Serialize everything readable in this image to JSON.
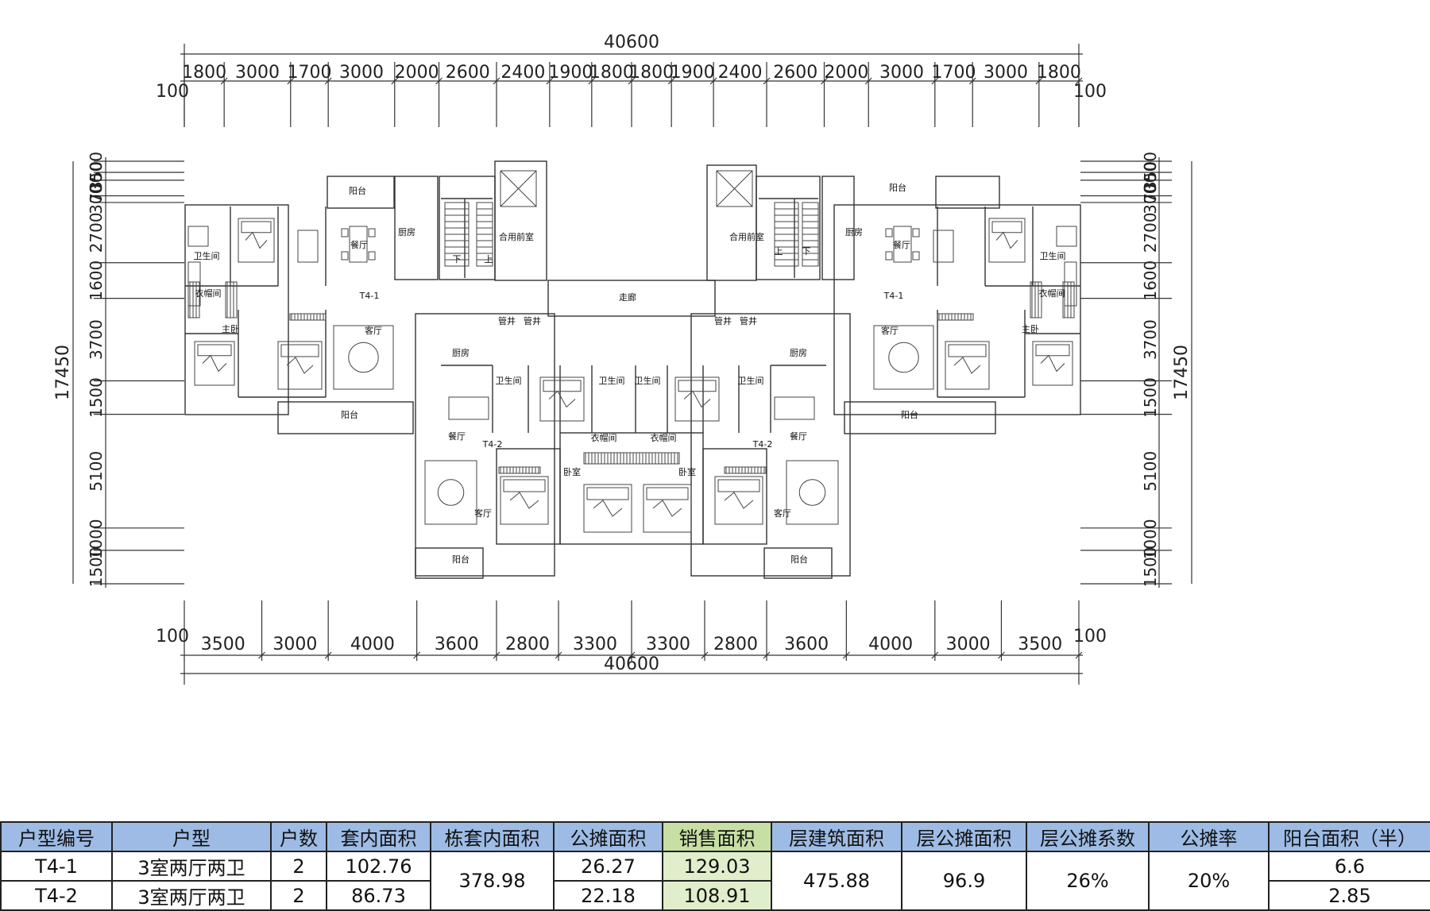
{
  "drawing": {
    "top_total": "40600",
    "top_dims": [
      "1800",
      "3000",
      "1700",
      "3000",
      "2000",
      "2600",
      "2400",
      "1900",
      "1800",
      "1800",
      "1900",
      "2400",
      "2600",
      "2000",
      "3000",
      "1700",
      "3000",
      "1800"
    ],
    "top_left_offset": "100",
    "top_right_offset": "100",
    "bottom_total": "40600",
    "bottom_dims": [
      "3500",
      "3000",
      "4000",
      "3600",
      "2800",
      "3300",
      "3300",
      "2800",
      "3600",
      "4000",
      "3000",
      "3500"
    ],
    "bottom_left_offset": "100",
    "bottom_right_offset": "100",
    "left_total": "17450",
    "left_dims": [
      "500",
      "350",
      "700",
      "300",
      "2700",
      "1600",
      "3700",
      "1500",
      "5100",
      "1000",
      "1500"
    ],
    "right_total": "17450",
    "right_dims": [
      "500",
      "350",
      "700",
      "300",
      "2700",
      "1600",
      "3700",
      "1500",
      "5100",
      "1000",
      "1500"
    ],
    "rooms": {
      "balcony": "阳台",
      "kitchen": "厨房",
      "dining": "餐厅",
      "living": "客厅",
      "bathroom": "卫生间",
      "master_bedroom": "主卧",
      "bedroom": "卧室",
      "cloakroom": "衣帽间",
      "pipe_shaft": "管井",
      "corridor": "走廊",
      "utility_room": "合用前室",
      "stair_up": "上",
      "stair_down": "下",
      "unit_t4_1": "T4-1",
      "unit_t4_2": "T4-2"
    }
  },
  "table": {
    "headers": [
      "户型编号",
      "户型",
      "户数",
      "套内面积",
      "栋套内面积",
      "公摊面积",
      "销售面积",
      "层建筑面积",
      "层公摊面积",
      "层公摊系数",
      "公摊率",
      "阳台面积（半）"
    ],
    "rows": [
      {
        "code": "T4-1",
        "type": "3室两厅两卫",
        "count": "2",
        "inner_area": "102.76",
        "shared": "26.27",
        "sale": "129.03",
        "balcony": "6.6"
      },
      {
        "code": "T4-2",
        "type": "3室两厅两卫",
        "count": "2",
        "inner_area": "86.73",
        "shared": "22.18",
        "sale": "108.91",
        "balcony": "2.85"
      }
    ],
    "merged": {
      "building_inner_area": "378.98",
      "floor_building_area": "475.88",
      "floor_shared_area": "96.9",
      "floor_shared_coef": "26%",
      "shared_rate": "20%"
    }
  }
}
